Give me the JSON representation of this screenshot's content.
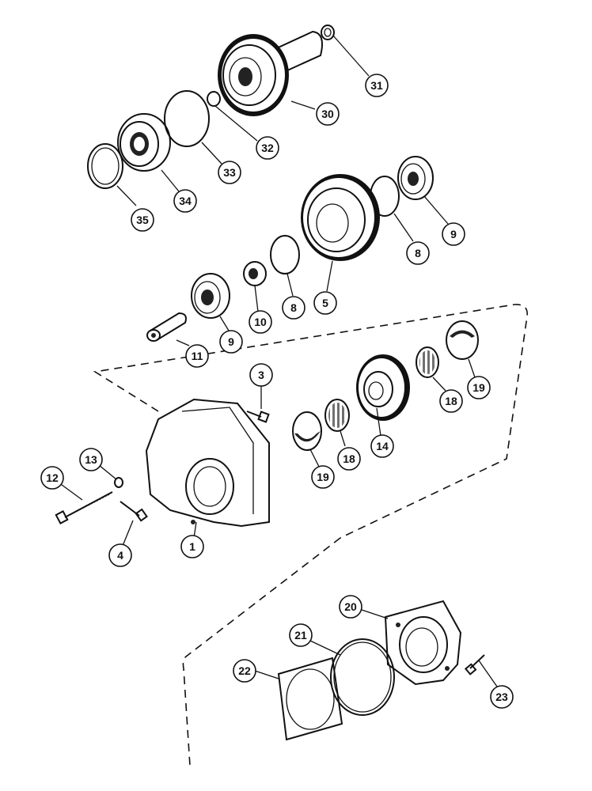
{
  "callouts": [
    {
      "id": "c31",
      "label": "31"
    },
    {
      "id": "c30",
      "label": "30"
    },
    {
      "id": "c32",
      "label": "32"
    },
    {
      "id": "c33",
      "label": "33"
    },
    {
      "id": "c34",
      "label": "34"
    },
    {
      "id": "c35",
      "label": "35"
    },
    {
      "id": "c9a",
      "label": "9"
    },
    {
      "id": "c8a",
      "label": "8"
    },
    {
      "id": "c5",
      "label": "5"
    },
    {
      "id": "c8b",
      "label": "8"
    },
    {
      "id": "c10",
      "label": "10"
    },
    {
      "id": "c9b",
      "label": "9"
    },
    {
      "id": "c11",
      "label": "11"
    },
    {
      "id": "c3",
      "label": "3"
    },
    {
      "id": "c19a",
      "label": "19"
    },
    {
      "id": "c18a",
      "label": "18"
    },
    {
      "id": "c14",
      "label": "14"
    },
    {
      "id": "c18b",
      "label": "18"
    },
    {
      "id": "c19b",
      "label": "19"
    },
    {
      "id": "c13",
      "label": "13"
    },
    {
      "id": "c12",
      "label": "12"
    },
    {
      "id": "c4",
      "label": "4"
    },
    {
      "id": "c1",
      "label": "1"
    },
    {
      "id": "c20",
      "label": "20"
    },
    {
      "id": "c21",
      "label": "21"
    },
    {
      "id": "c22",
      "label": "22"
    },
    {
      "id": "c23",
      "label": "23"
    }
  ]
}
